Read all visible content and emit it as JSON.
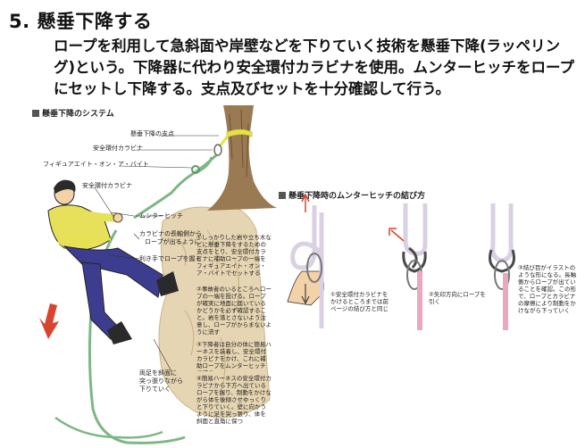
{
  "page": {
    "title": "5. 懸垂下降する",
    "paragraph": "ロープを利用して急斜面や岸壁などを下りていく技術を懸垂下降(ラッペリング)という。下降器に代わり安全環付カラビナを使用。ムンターヒッチをロープにセットし下降する。支点及びセットを十分確認して行う。"
  },
  "figure_left": {
    "title": "懸垂下降のシステム",
    "labels": [
      "懸垂下降の支点",
      "安全環付カラビナ",
      "フィギュアエイト・オン・ア・バイト",
      "安全環付カラビナ",
      "ムンターヒッチ",
      "カラビナの長軸側から",
      "ロープが出るように",
      "利き手でロープを握る",
      "両足を斜面に",
      "突っ張りながら",
      "下りていく"
    ],
    "notes": [
      "①しっかりした岩や立ち木などに懸垂下降をするための支点をとり、安全環付カラビナに補助ロープの一端をフィギュアエイト・オン・ア・バイトでセットする",
      "②事故者のいるところへロープの一端を投げる。ロープが確実に地面に届いているかどうかを必ず確認すること。岩を落とさないよう注意し、ロープがからまないように流す",
      "③下降者は自分の体に簡易ハーネスを装着し、安全環付カラビナをかけ、これに補助ロープをムンターヒッチで結ぶ",
      "④簡易ハーネスの安全環付カラビナから下方へ出ているロープを握り、制動をかけながら体を後傾させゆっくりと下りていく。壁に向かうように足を突っ張り、体を斜面と直角に保つ"
    ]
  },
  "figure_right": {
    "title": "懸垂下降時のムンターヒッチの結び方",
    "notes": [
      "①安全環付カラビナをかけるところまでは前ページの結び方と同じ",
      "②矢印方向にロープを引く",
      "③結び目がイラストのような形になる。長軸側からロープが出ていることを確認。この形で、ロープとカラビナの摩擦により制動をかけながら下っていく"
    ]
  },
  "colors": {
    "rope": "#7fb685",
    "webbing": "#e8e24a",
    "jacket": "#e6e05a",
    "pants": "#3c3d8e",
    "rock": "#e6d5b2",
    "tree": "#9a7a52",
    "arrow_red": "#d8452f",
    "rope_right": "#d9d0e3",
    "rope_pink": "#e9a8bc"
  }
}
